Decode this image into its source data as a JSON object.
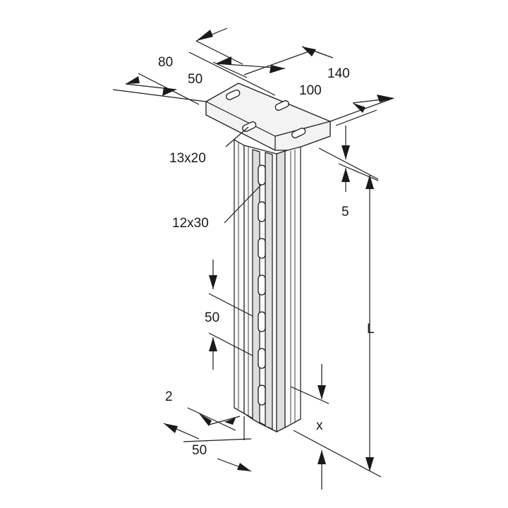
{
  "drawing": {
    "labels": {
      "d80": "80",
      "d50_top": "50",
      "d140": "140",
      "d100": "100",
      "d13x20": "13x20",
      "d12x30": "12x30",
      "d5": "5",
      "d50_pitch": "50",
      "dL": "L",
      "d2": "2",
      "d50_bottom": "50",
      "dx": "x"
    }
  }
}
